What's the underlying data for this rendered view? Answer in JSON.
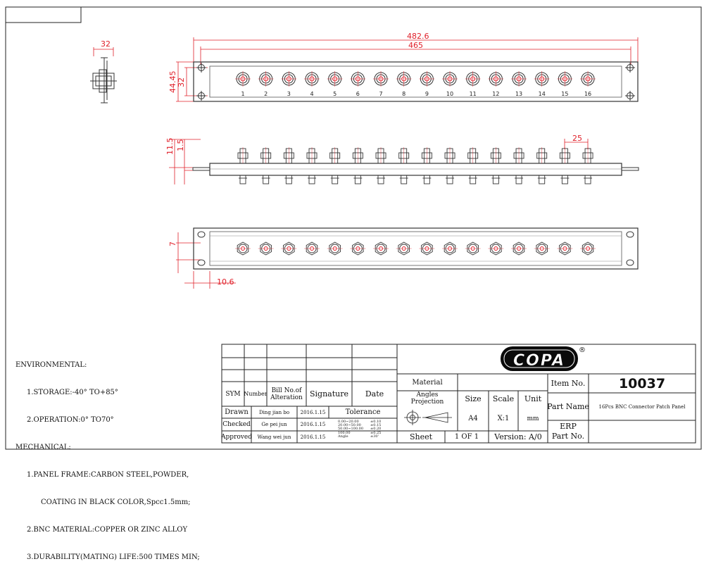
{
  "drawing": {
    "overall_width": "482.6",
    "mounting_width": "465",
    "height_total": "44.45",
    "height_inner": "32",
    "side_depth": "32",
    "connector_pitch": "25",
    "side_height_outer": "11.5",
    "side_height_inner": "1.5",
    "bottom_height": "7",
    "bottom_offset": "10.6",
    "ports": [
      "1",
      "2",
      "3",
      "4",
      "5",
      "6",
      "7",
      "8",
      "9",
      "10",
      "11",
      "12",
      "13",
      "14",
      "15",
      "16"
    ]
  },
  "notes": {
    "env_title": "ENVIRONMENTAL:",
    "storage": "1.STORAGE:-40° TO+85°",
    "operation": "2.OPERATION:0° TO70°",
    "mech_title": "MECHANICAL:",
    "frame": "1.PANEL FRAME:CARBON STEEL,POWDER,",
    "frame_cont": "COATING IN BLACK COLOR,Spcc1.5mm;",
    "bnc": "2.BNC MATERIAL:COPPER OR ZINC ALLOY",
    "durability": "3.DURABILITY(MATING) LIFE:500 TIMES MIN;"
  },
  "title_block": {
    "sym": "SYM",
    "number": "Number",
    "bill_no": "Bill No.of",
    "alteration": "Alteration",
    "signature": "Signature",
    "date": "Date",
    "drawn": "Drawn",
    "drawn_by": "Ding jian bo",
    "drawn_date": "2016.1.15",
    "checked": "Checked",
    "checked_by": "Ge pei jun",
    "checked_date": "2016.1.15",
    "approved": "Approved",
    "approved_by": "Wang wei jun",
    "approved_date": "2016.1.15",
    "tolerance": "Tolerance",
    "tol_ranges": "0.00~20.00\n20.00~50.00\n50.00~100.00\n100.00\nAngle",
    "tol_values": "±0.10\n±0.15\n±0.20\n±0.25\n±30'",
    "logo": "COPA",
    "logo_mark": "®",
    "material": "Material",
    "angles": "Angles",
    "projection": "Projection",
    "size": "Size",
    "size_val": "A4",
    "scale": "Scale",
    "scale_val": "X:1",
    "unit": "Unit",
    "unit_val": "mm",
    "sheet": "Sheet",
    "sheet_val": "1 OF 1",
    "version": "Version: A/0",
    "item_no": "Item No.",
    "item_val": "10037",
    "part_name": "Part Name",
    "part_val": "16Pcs BNC Connector Patch Panel",
    "erp": "ERP",
    "part_no": "Part No."
  }
}
